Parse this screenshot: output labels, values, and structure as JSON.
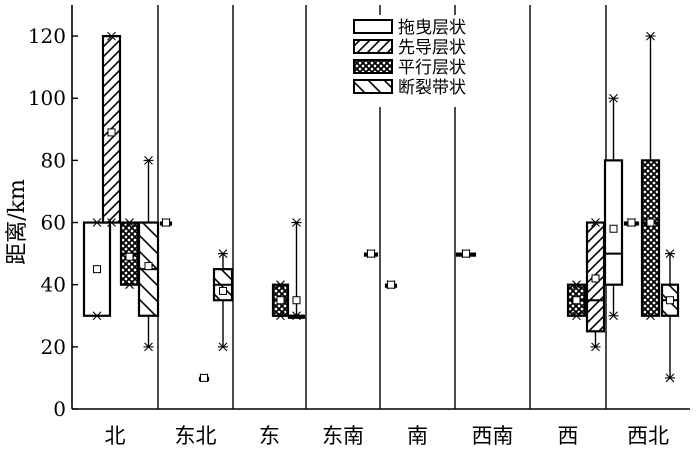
{
  "chart_data": {
    "type": "box",
    "ylabel": "距离/km",
    "ylim": [
      0,
      130
    ],
    "yticks": [
      0,
      20,
      40,
      60,
      80,
      100,
      120
    ],
    "categories": [
      "北",
      "东北",
      "东",
      "东南",
      "南",
      "西南",
      "西",
      "西北"
    ],
    "series": [
      {
        "name": "拖曳层状",
        "pattern": "none"
      },
      {
        "name": "先导层状",
        "pattern": "diag"
      },
      {
        "name": "平行层状",
        "pattern": "cross"
      },
      {
        "name": "断裂带状",
        "pattern": "back"
      }
    ],
    "boxes": [
      {
        "category": "北",
        "series": "拖曳层状",
        "min": 30,
        "q1": 30,
        "median": 60,
        "q3": 60,
        "max": 60,
        "mean": 45
      },
      {
        "category": "北",
        "series": "先导层状",
        "min": 60,
        "q1": 60,
        "median": 120,
        "q3": 120,
        "max": 120,
        "mean": 89
      },
      {
        "category": "北",
        "series": "平行层状",
        "min": 40,
        "q1": 40,
        "median": 50,
        "q3": 60,
        "max": 60,
        "mean": 49
      },
      {
        "category": "北",
        "series": "断裂带状",
        "min": 20,
        "q1": 30,
        "median": 45,
        "q3": 60,
        "max": 80,
        "mean": 46
      },
      {
        "category": "东北",
        "series": "拖曳层状",
        "min": 60,
        "q1": 60,
        "median": 60,
        "q3": 60,
        "max": 60,
        "mean": 60
      },
      {
        "category": "东北",
        "series": "先导层状",
        "min": 10,
        "q1": 10,
        "median": 10,
        "q3": 10,
        "max": 10,
        "mean": 10
      },
      {
        "category": "东北",
        "series": "断裂带状",
        "min": 20,
        "q1": 35,
        "median": 40,
        "q3": 45,
        "max": 50,
        "mean": 38
      },
      {
        "category": "东",
        "series": "平行层状",
        "min": 30,
        "q1": 30,
        "median": 35,
        "q3": 40,
        "max": 40,
        "mean": 35
      },
      {
        "category": "东",
        "series": "断裂带状",
        "min": 30,
        "q1": 30,
        "median": 30,
        "q3": 30,
        "max": 60,
        "mean": 35
      },
      {
        "category": "东南",
        "series": "断裂带状",
        "min": 50,
        "q1": 50,
        "median": 50,
        "q3": 50,
        "max": 50,
        "mean": 50
      },
      {
        "category": "南",
        "series": "拖曳层状",
        "min": 40,
        "q1": 40,
        "median": 40,
        "q3": 40,
        "max": 40,
        "mean": 40
      },
      {
        "category": "西南",
        "series": "拖曳层状",
        "min": 50,
        "q1": 50,
        "median": 50,
        "q3": 50,
        "max": 50,
        "mean": 50
      },
      {
        "category": "西",
        "series": "平行层状",
        "min": 30,
        "q1": 30,
        "median": 35,
        "q3": 40,
        "max": 40,
        "mean": 35
      },
      {
        "category": "西",
        "series": "先导层状",
        "min": 20,
        "q1": 25,
        "median": 35,
        "q3": 60,
        "max": 60,
        "mean": 42
      },
      {
        "category": "西",
        "series": "拖曳层状",
        "min": 30,
        "q1": 40,
        "median": 50,
        "q3": 80,
        "max": 100,
        "mean": 58
      },
      {
        "category": "西北",
        "series": "拖曳层状",
        "min": 60,
        "q1": 60,
        "median": 60,
        "q3": 60,
        "max": 60,
        "mean": 60
      },
      {
        "category": "西北",
        "series": "平行层状",
        "min": 30,
        "q1": 30,
        "median": 60,
        "q3": 80,
        "max": 120,
        "mean": 60
      },
      {
        "category": "西北",
        "series": "断裂带状",
        "min": 10,
        "q1": 30,
        "median": 35,
        "q3": 40,
        "max": 50,
        "mean": 35
      }
    ]
  }
}
